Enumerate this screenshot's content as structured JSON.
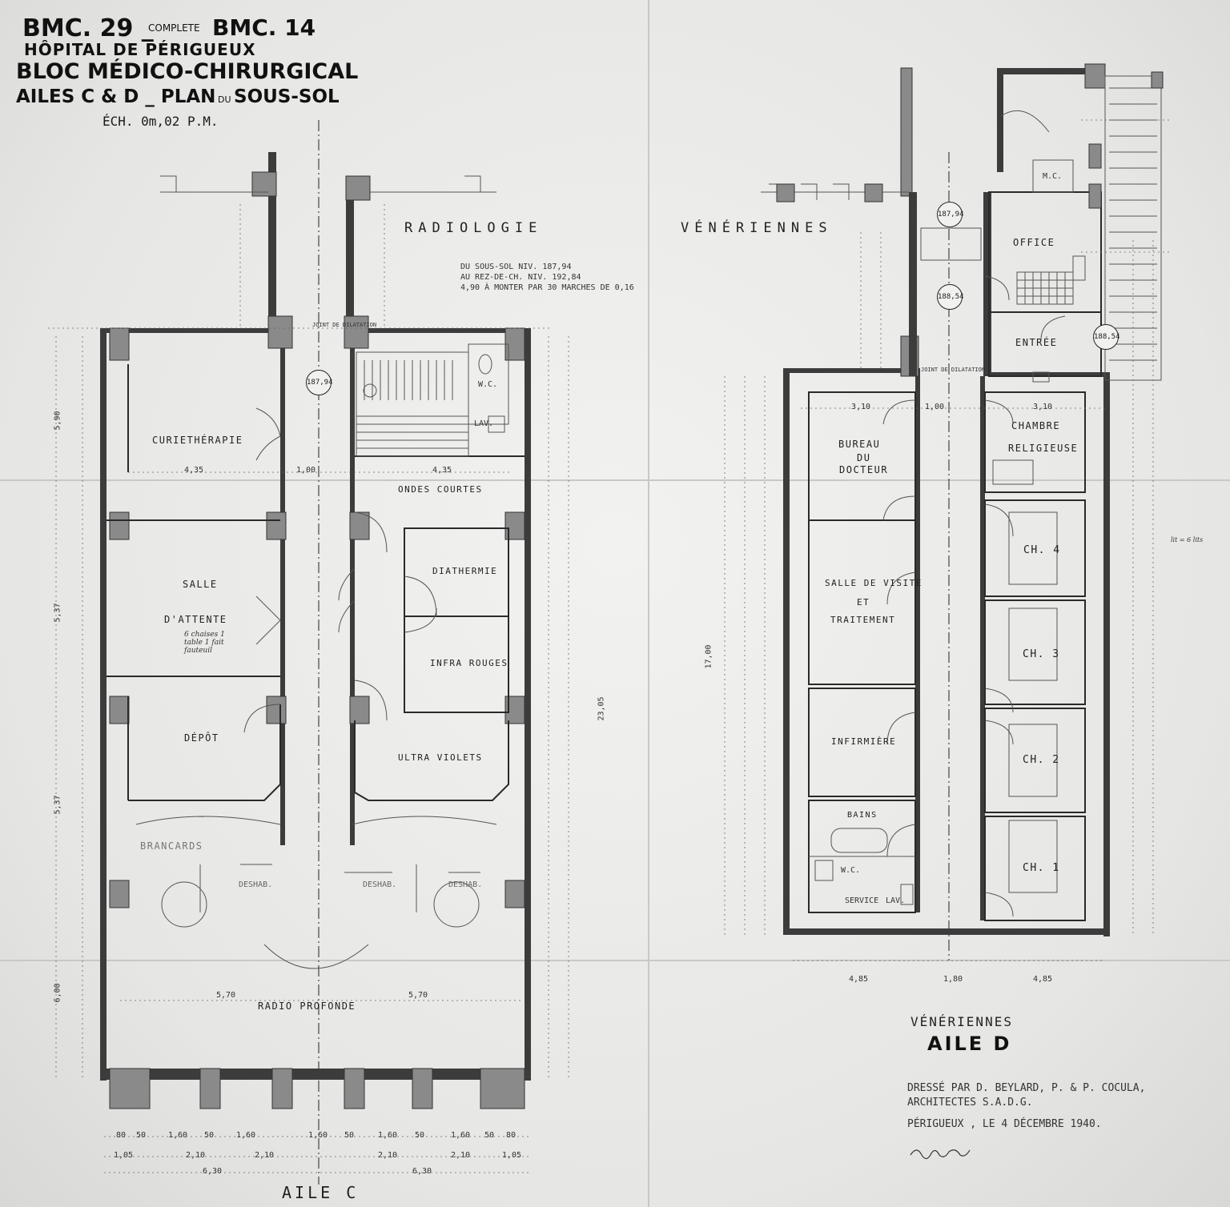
{
  "title_block": {
    "line1_a": "BMC. 29 _",
    "line1_b": "COMPLETE",
    "line1_c": "BMC. 14",
    "line2": "HÔPITAL DE PÉRIGUEUX",
    "line3": "BLOC MÉDICO-CHIRURGICAL",
    "line4_a": "AILES C & D _ PLAN",
    "line4_b": "DU",
    "line4_c": "SOUS-SOL",
    "scale": "ÉCH. 0m,02 P.M."
  },
  "wing_c": {
    "section_title": "RADIOLOGIE",
    "wing_label": "AILE C",
    "stair_note": {
      "line1": "DU SOUS-SOL NIV. 187,94",
      "line2": "AU REZ-DE-CH. NIV. 192,84",
      "line3": "4,90 À MONTER PAR 30 MARCHES DE 0,16"
    },
    "rooms": {
      "curietherapie": "CURIETHÉRAPIE",
      "salle": "SALLE",
      "attente": "D'ATTENTE",
      "depot": "DÉPÔT",
      "radio_profonde": "RADIO PROFONDE",
      "brancards": "BRANCARDS",
      "deshab": "DESHAB.",
      "ondes_courtes": "ONDES COURTES",
      "diathermie": "DIATHERMIE",
      "infra_rouges": "INFRA ROUGES",
      "ultra_violets": "ULTRA VIOLETS",
      "wc": "W.C.",
      "lav": "LAV."
    },
    "joint": "JOINT DE DILATATION",
    "level": "187,94"
  },
  "wing_d": {
    "section_title": "VÉNÉRIENNES",
    "rooms": {
      "office": "OFFICE",
      "entree": "ENTRÉE",
      "chambre": "CHAMBRE",
      "religieuse": "RELIGIEUSE",
      "bureau": "BUREAU",
      "du": "DU",
      "docteur": "DOCTEUR",
      "salle_visite": "SALLE DE VISITE",
      "et": "ET",
      "traitement": "TRAITEMENT",
      "infirmiere": "INFIRMIÈRE",
      "bains": "BAINS",
      "wc": "W.C.",
      "service": "SERVICE",
      "lav": "LAV.",
      "ch4": "CH. 4",
      "ch3": "CH. 3",
      "ch2": "CH. 2",
      "ch1": "CH. 1",
      "mc": "M.C."
    },
    "joint": "JOINT DE DILATATION",
    "levels": [
      "187,94",
      "188,54",
      "188,54"
    ]
  },
  "caption": {
    "wing_name": "VÉNÉRIENNES",
    "wing_letter": "AILE D",
    "drawn_by": "DRESSÉ PAR D. BEYLARD, P. & P. COCULA,",
    "architects": "ARCHITECTES S.A.D.G.",
    "place_date": "PÉRIGUEUX , LE 4 DÉCEMBRE 1940."
  },
  "dimensions": {
    "bottom_row1": [
      "80",
      "50",
      "1,60",
      "50",
      "1,60",
      "1,60",
      "50",
      "1,60",
      "50",
      "1,60",
      "50",
      "80"
    ],
    "bottom_row2": [
      "1,05",
      "2,10",
      "2,10",
      "2,10",
      "2,10",
      "1,05"
    ],
    "bottom_row3": [
      "6,30",
      "6,30"
    ],
    "wing_c_widths": [
      "4,35",
      "1,00",
      "4,35",
      "5,70",
      "5,70"
    ],
    "wing_d_widths": [
      "4,85",
      "1,80",
      "4,85",
      "3,10",
      "1,00",
      "3,10"
    ],
    "left_heights": [
      "5,90",
      "5,37",
      "5,37",
      "6,00"
    ],
    "right_total": "23,05",
    "wing_d_total": "17,00"
  },
  "annotations": {
    "attente_note": "6 chaises 1 table 1 fait fauteuil",
    "side_note": "lit = 6 lits"
  }
}
